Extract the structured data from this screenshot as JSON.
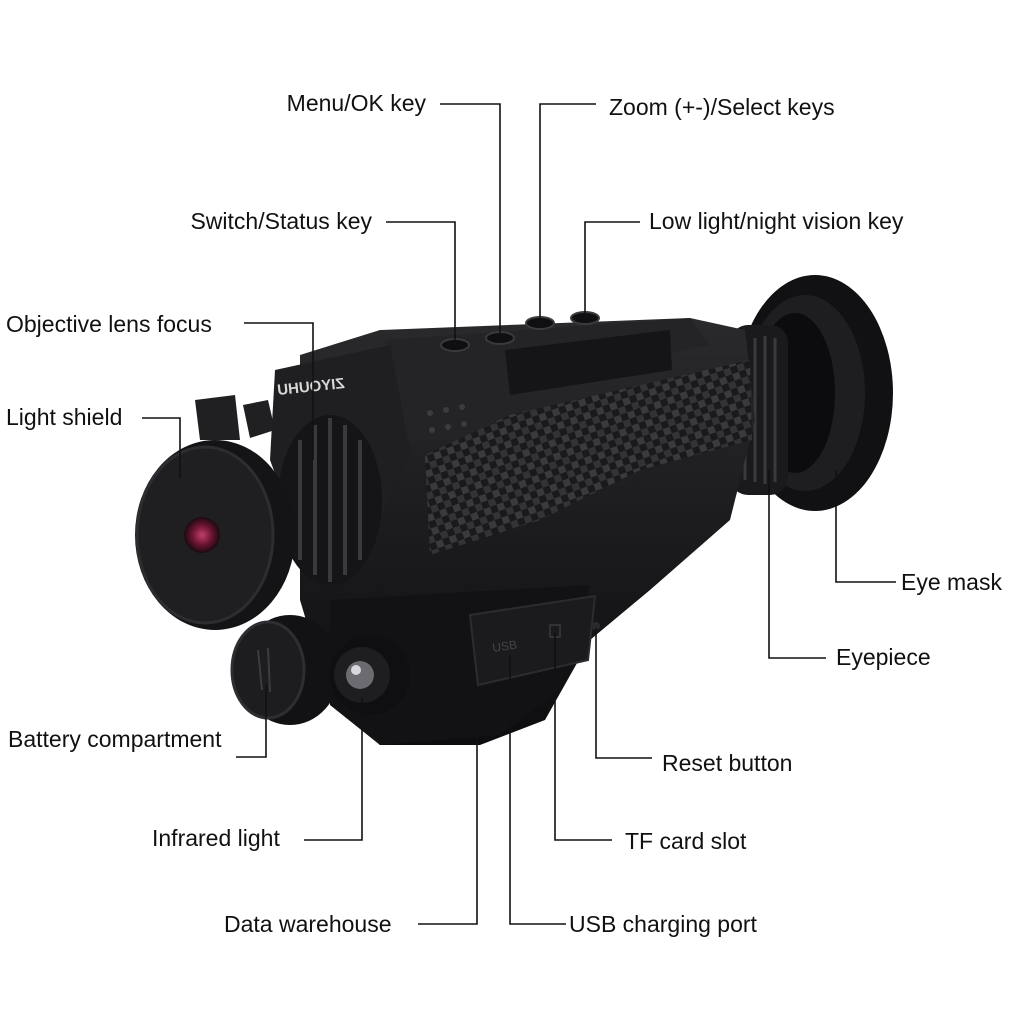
{
  "labels": {
    "menu_ok": "Menu/OK key",
    "zoom_select": "Zoom (+-)/Select keys",
    "switch_status": "Switch/Status key",
    "low_light": "Low light/night vision key",
    "objective_focus": "Objective lens focus",
    "light_shield": "Light shield",
    "eye_mask": "Eye mask",
    "eyepiece": "Eyepiece",
    "battery": "Battery compartment",
    "reset": "Reset button",
    "infrared": "Infrared light",
    "tf_card": "TF card slot",
    "data_warehouse": "Data warehouse",
    "usb_port": "USB charging port"
  },
  "device": {
    "brand_text": "ZIYOUHU",
    "usb_text": "USB"
  },
  "colors": {
    "body": "#1c1c1e",
    "body_dark": "#0e0e10",
    "lens_tint": "#8a1f3c",
    "leader": "#111111"
  }
}
